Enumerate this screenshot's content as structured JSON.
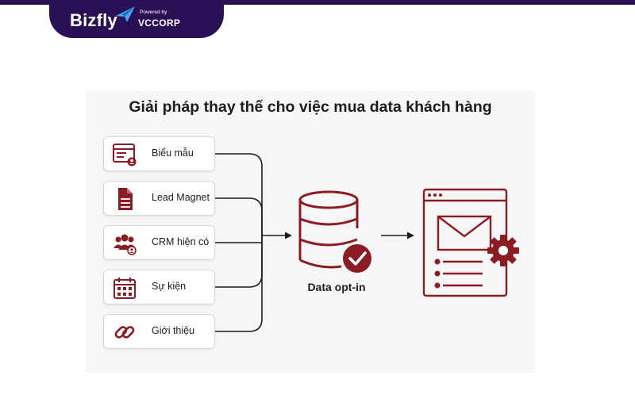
{
  "brand": {
    "name": "Bizfly",
    "powered_by": "Powered by",
    "partner": "VCCORP"
  },
  "diagram": {
    "title": "Giải pháp thay thế cho việc mua data khách hàng",
    "sources": [
      {
        "label": "Biểu mẫu",
        "icon": "form-icon"
      },
      {
        "label": "Lead Magnet",
        "icon": "document-icon"
      },
      {
        "label": "CRM hiện có",
        "icon": "users-icon"
      },
      {
        "label": "Sự kiện",
        "icon": "calendar-icon"
      },
      {
        "label": "Giới thiệu",
        "icon": "link-icon"
      }
    ],
    "hub": {
      "label": "Data opt-in",
      "icon": "database-check-icon"
    },
    "target": {
      "icon": "email-automation-icon"
    }
  },
  "colors": {
    "accent": "#8b1c24",
    "brand_bg": "#2a1155",
    "line": "#1d1d1d"
  }
}
